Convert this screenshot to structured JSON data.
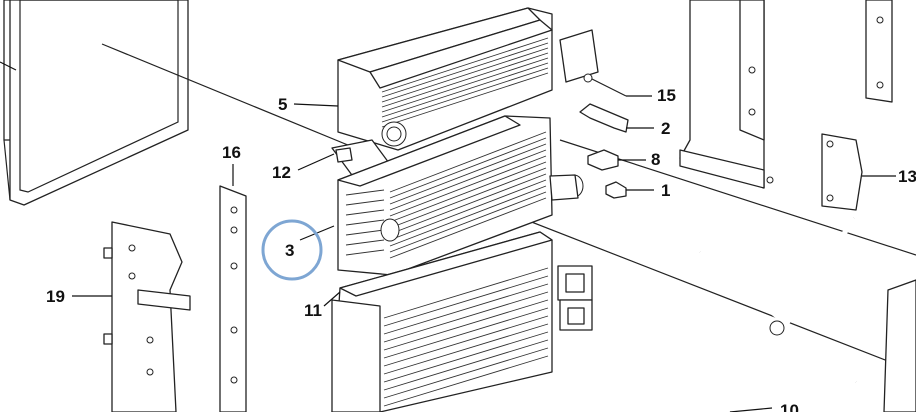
{
  "callouts": [
    {
      "id": "1",
      "text": "1"
    },
    {
      "id": "2",
      "text": "2"
    },
    {
      "id": "3",
      "text": "3"
    },
    {
      "id": "5",
      "text": "5"
    },
    {
      "id": "8",
      "text": "8"
    },
    {
      "id": "10",
      "text": "10"
    },
    {
      "id": "11",
      "text": "11"
    },
    {
      "id": "12",
      "text": "12"
    },
    {
      "id": "13",
      "text": "13"
    },
    {
      "id": "15",
      "text": "15"
    },
    {
      "id": "16",
      "text": "16"
    },
    {
      "id": "19",
      "text": "19"
    }
  ],
  "highlight": {
    "callout": "3",
    "color": "#7ea6d3"
  },
  "colors": {
    "line": "#222222",
    "background": "#ffffff"
  }
}
